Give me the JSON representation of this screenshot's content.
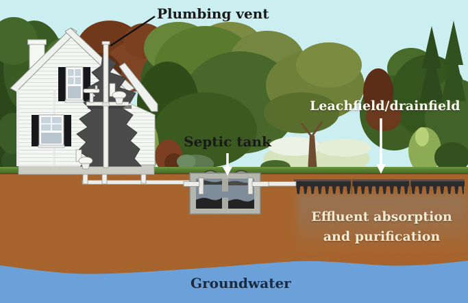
{
  "diagram": {
    "subject": "Household septic system cross-section",
    "labels": {
      "plumbing_vent": "Plumbing vent",
      "septic_tank": "Septic tank",
      "leachfield": "Leachfield/drainfield",
      "effluent_line1": "Effluent absorption",
      "effluent_line2": "and purification",
      "groundwater": "Groundwater"
    },
    "components": [
      "house with interior plumbing cutaway",
      "plumbing vent pipe",
      "sewer pipe",
      "septic tank with two chambers",
      "leachfield drainfield chambers",
      "effluent absorption zone",
      "groundwater"
    ],
    "icons": {
      "leader_line": "black diagonal callout line",
      "septic_tank_arrow": "white down arrow",
      "leachfield_arrow": "white down arrow"
    },
    "colors": {
      "sky": "#cbeef1",
      "tree_dark_green": "#2f4c19",
      "tree_mid_green": "#4a6a28",
      "tree_olive": "#7d8b42",
      "tree_red": "#70391c",
      "grass": "#4d7a28",
      "meadow_light": "#d7e3bd",
      "soil": "#a8632c",
      "soil_dark": "#6b3b12",
      "water": "#6ba1d8",
      "house_white": "#f5f7f4",
      "cutaway_gray": "#4b4b4b",
      "tank_concrete": "#b5b6ae",
      "tank_liquid": "#7e8d99",
      "sludge": "#232323",
      "chamber_dark": "#2b2b2e",
      "absorption_haze": "#8d7e6d",
      "label_black": "#1a1a1a",
      "label_white": "#fdfcf2",
      "label_cream": "#f2ebd3",
      "label_navy": "#1c2a40"
    }
  }
}
